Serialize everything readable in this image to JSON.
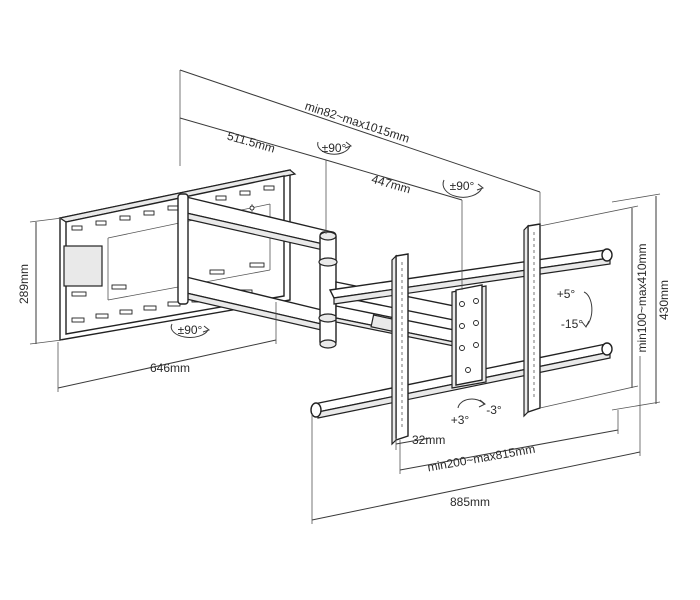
{
  "diagram": {
    "dimensions": {
      "arm_reach": "min82~max1015mm",
      "first_arm": "511.5mm",
      "second_arm": "447mm",
      "wall_plate_height": "289mm",
      "wall_plate_width": "646mm",
      "vesa_vertical": "min100~max410mm",
      "bracket_height": "430mm",
      "vesa_horizontal": "min200~max815mm",
      "bracket_width": "885mm",
      "profile": "32mm"
    },
    "rotations": {
      "arm_top": "±90°",
      "arm_head": "±90°",
      "wall_pivot": "±90°",
      "tilt_up": "+5°",
      "tilt_down": "-15°",
      "level_plus": "+3°",
      "level_minus": "-3°"
    }
  }
}
